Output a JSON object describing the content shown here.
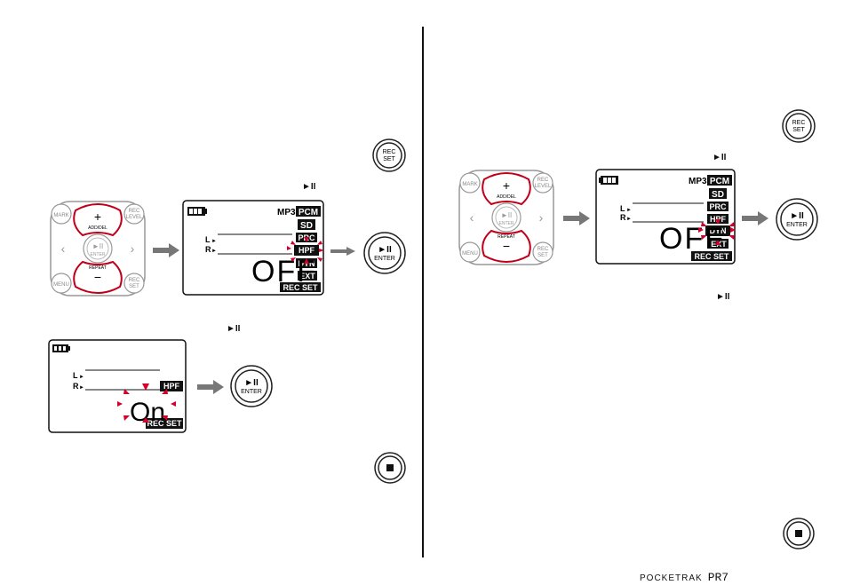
{
  "buttons": {
    "rec_set": [
      "REC",
      "SET"
    ],
    "enter": "ENTER",
    "play_pause": "►II"
  },
  "keypad": {
    "mark": "MARK",
    "rec_level": [
      "REC",
      "LEVEL"
    ],
    "menu": "MENU",
    "rec_set": [
      "REC",
      "SET"
    ],
    "plus": "+",
    "minus": "−",
    "add_del": "ADD/DEL",
    "repeat": "REPEAT",
    "enter": "ENTER",
    "left": "‹",
    "right": "›"
  },
  "lcd": {
    "mp3": "MP3",
    "pcm": "PCM",
    "sd": "SD",
    "prc": "PRC",
    "hpf": "HPF",
    "dyn": "DYN",
    "ext": "EXT",
    "rec_set": "REC SET",
    "l": "L",
    "r": "R",
    "off_value": "OFF",
    "on_value": "On"
  },
  "inline_play_symbol": "►II",
  "footer": {
    "brand": "POCKETRAK",
    "model": "PR7"
  }
}
